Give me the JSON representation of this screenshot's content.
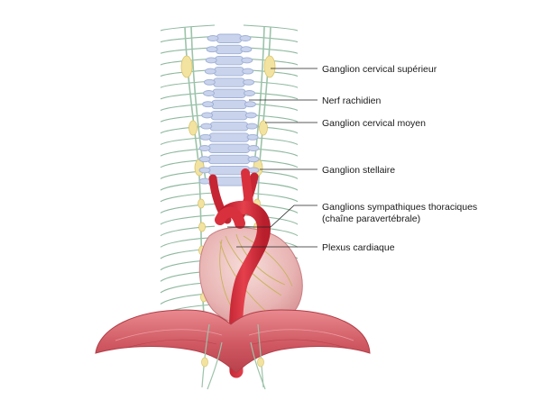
{
  "labels": [
    {
      "id": "ganglion-cervical-superieur",
      "lines": [
        "Ganglion cervical supérieur"
      ]
    },
    {
      "id": "nerf-rachidien",
      "lines": [
        "Nerf rachidien"
      ]
    },
    {
      "id": "ganglion-cervical-moyen",
      "lines": [
        "Ganglion cervical moyen"
      ]
    },
    {
      "id": "ganglion-stellaire",
      "lines": [
        "Ganglion stellaire"
      ]
    },
    {
      "id": "ganglions-sympathiques-thoraciques",
      "lines": [
        "Ganglions sympathiques thoraciques",
        "(chaîne paravertébrale)"
      ]
    },
    {
      "id": "plexus-cardiaque",
      "lines": [
        "Plexus cardiaque"
      ]
    }
  ],
  "colors": {
    "vertebrae": "#c9d3ec",
    "vertebrae_outline": "#9fb0d6",
    "nerve": "#8fb9a0",
    "ganglion": "#f3e3a0",
    "aorta": "#d9303e",
    "heart": "#e9b7b5",
    "diaphragm": "#d96b72",
    "leader": "#222222"
  }
}
